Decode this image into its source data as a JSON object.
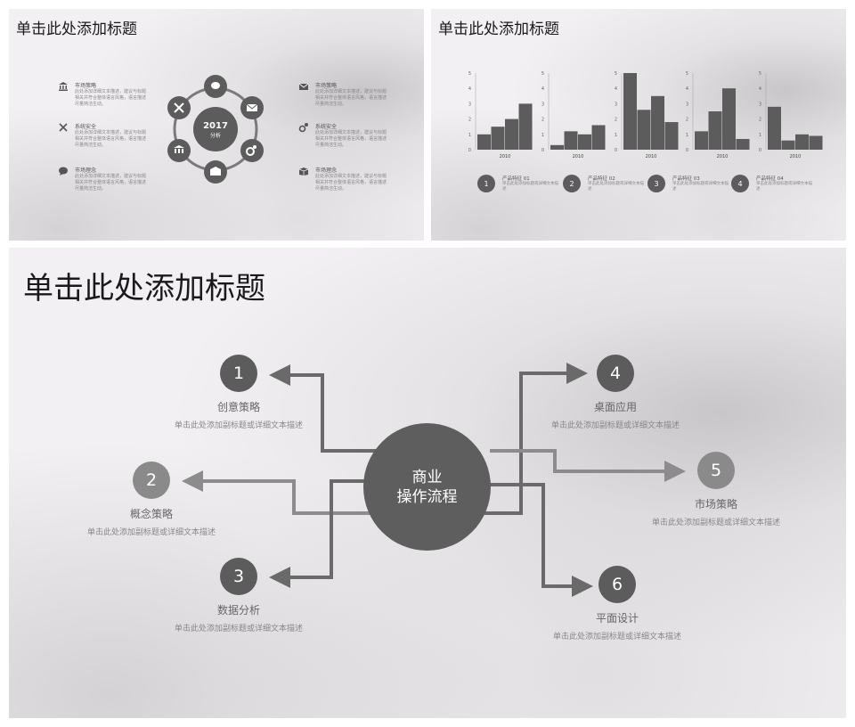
{
  "slides": {
    "s1": {
      "title": "单击此处添加标题",
      "ring": {
        "year": "2017",
        "sub": "分析"
      },
      "left_items": [
        {
          "icon": "bank-icon",
          "head": "市场策略",
          "body": "此处添加详细文本描述，建议与标题相关并符合整体语言风格，语言描述尽量简洁生动。"
        },
        {
          "icon": "tools-icon",
          "head": "系统安全",
          "body": "此处添加详细文本描述，建议与标题相关并符合整体语言风格，语言描述尽量简洁生动。"
        },
        {
          "icon": "chat-icon",
          "head": "市场理念",
          "body": "此处添加详细文本描述，建议与标题相关并符合整体语言风格，语言描述尽量简洁生动。"
        }
      ],
      "right_items": [
        {
          "icon": "mail-icon",
          "head": "市场策略",
          "body": "此处添加详细文本描述，建议与标题相关并符合整体语言风格，语言描述尽量简洁生动。"
        },
        {
          "icon": "gears-icon",
          "head": "系统安全",
          "body": "此处添加详细文本描述，建议与标题相关并符合整体语言风格，语言描述尽量简洁生动。"
        },
        {
          "icon": "box-icon",
          "head": "市场理念",
          "body": "此处添加详细文本描述，建议与标题相关并符合整体语言风格，语言描述尽量简洁生动。"
        }
      ]
    },
    "s2": {
      "title": "单击此处添加标题",
      "features": [
        {
          "num": "1",
          "title": "产品特征 01",
          "body": "单击此处添加标题或详细文本描述"
        },
        {
          "num": "2",
          "title": "产品特征 02",
          "body": "单击此处添加标题或详细文本描述"
        },
        {
          "num": "3",
          "title": "产品特征 03",
          "body": "单击此处添加标题或详细文本描述"
        },
        {
          "num": "4",
          "title": "产品特征 04",
          "body": "单击此处添加标题或详细文本描述"
        }
      ]
    },
    "s3": {
      "title": "单击此处添加标题",
      "hub": {
        "line1": "商业",
        "line2": "操作流程"
      },
      "nodes": [
        {
          "num": "1",
          "title": "创意策略",
          "desc": "单击此处添加副标题或详细文本描述"
        },
        {
          "num": "2",
          "title": "概念策略",
          "desc": "单击此处添加副标题或详细文本描述"
        },
        {
          "num": "3",
          "title": "数据分析",
          "desc": "单击此处添加副标题或详细文本描述"
        },
        {
          "num": "4",
          "title": "桌面应用",
          "desc": "单击此处添加副标题或详细文本描述"
        },
        {
          "num": "5",
          "title": "市场策略",
          "desc": "单击此处添加副标题或详细文本描述"
        },
        {
          "num": "6",
          "title": "平面设计",
          "desc": "单击此处添加副标题或详细文本描述"
        }
      ]
    }
  },
  "chart_data": [
    {
      "type": "bar",
      "categories": [
        "",
        "",
        "",
        ""
      ],
      "values": [
        1,
        1.5,
        2,
        3
      ],
      "xlabel": "2010",
      "ylim": [
        0,
        5
      ],
      "yticks": [
        "0",
        "1",
        "2",
        "3",
        "4",
        "5"
      ]
    },
    {
      "type": "bar",
      "categories": [
        "",
        "",
        "",
        ""
      ],
      "values": [
        0.3,
        1.2,
        1,
        1.6
      ],
      "xlabel": "2010",
      "ylim": [
        0,
        5
      ],
      "yticks": [
        "0",
        "1",
        "2",
        "3",
        "4",
        "5"
      ]
    },
    {
      "type": "bar",
      "categories": [
        "",
        "",
        "",
        ""
      ],
      "values": [
        5,
        2.6,
        3.5,
        1.8
      ],
      "xlabel": "2010",
      "ylim": [
        0,
        5
      ],
      "yticks": [
        "0",
        "1",
        "2",
        "3",
        "4",
        "5"
      ]
    },
    {
      "type": "bar",
      "categories": [
        "",
        "",
        "",
        ""
      ],
      "values": [
        1.2,
        2.5,
        4,
        0.7
      ],
      "xlabel": "2010",
      "ylim": [
        0,
        5
      ],
      "yticks": [
        "0",
        "1",
        "2",
        "3",
        "4",
        "5"
      ]
    },
    {
      "type": "bar",
      "categories": [
        "",
        "",
        "",
        ""
      ],
      "values": [
        2.8,
        0.6,
        1,
        0.9
      ],
      "xlabel": "2010",
      "ylim": [
        0,
        5
      ],
      "yticks": [
        "0",
        "1",
        "2",
        "3",
        "4",
        "5"
      ]
    }
  ]
}
